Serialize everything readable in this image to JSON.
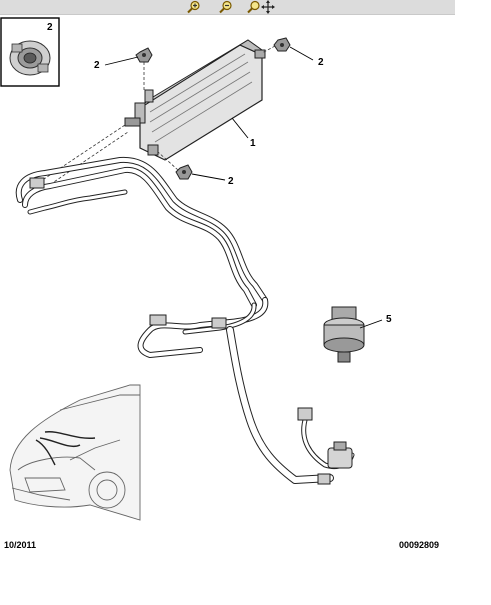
{
  "toolbar": {
    "background": "#dcdcdc",
    "icons": [
      "zoom-in-icon",
      "zoom-out-icon",
      "zoom-pan-icon"
    ]
  },
  "inset": {
    "label": "2"
  },
  "callouts": [
    "2",
    "2",
    "1",
    "2",
    "5"
  ],
  "footer": {
    "date": "10/2011",
    "reference": "00092809"
  }
}
